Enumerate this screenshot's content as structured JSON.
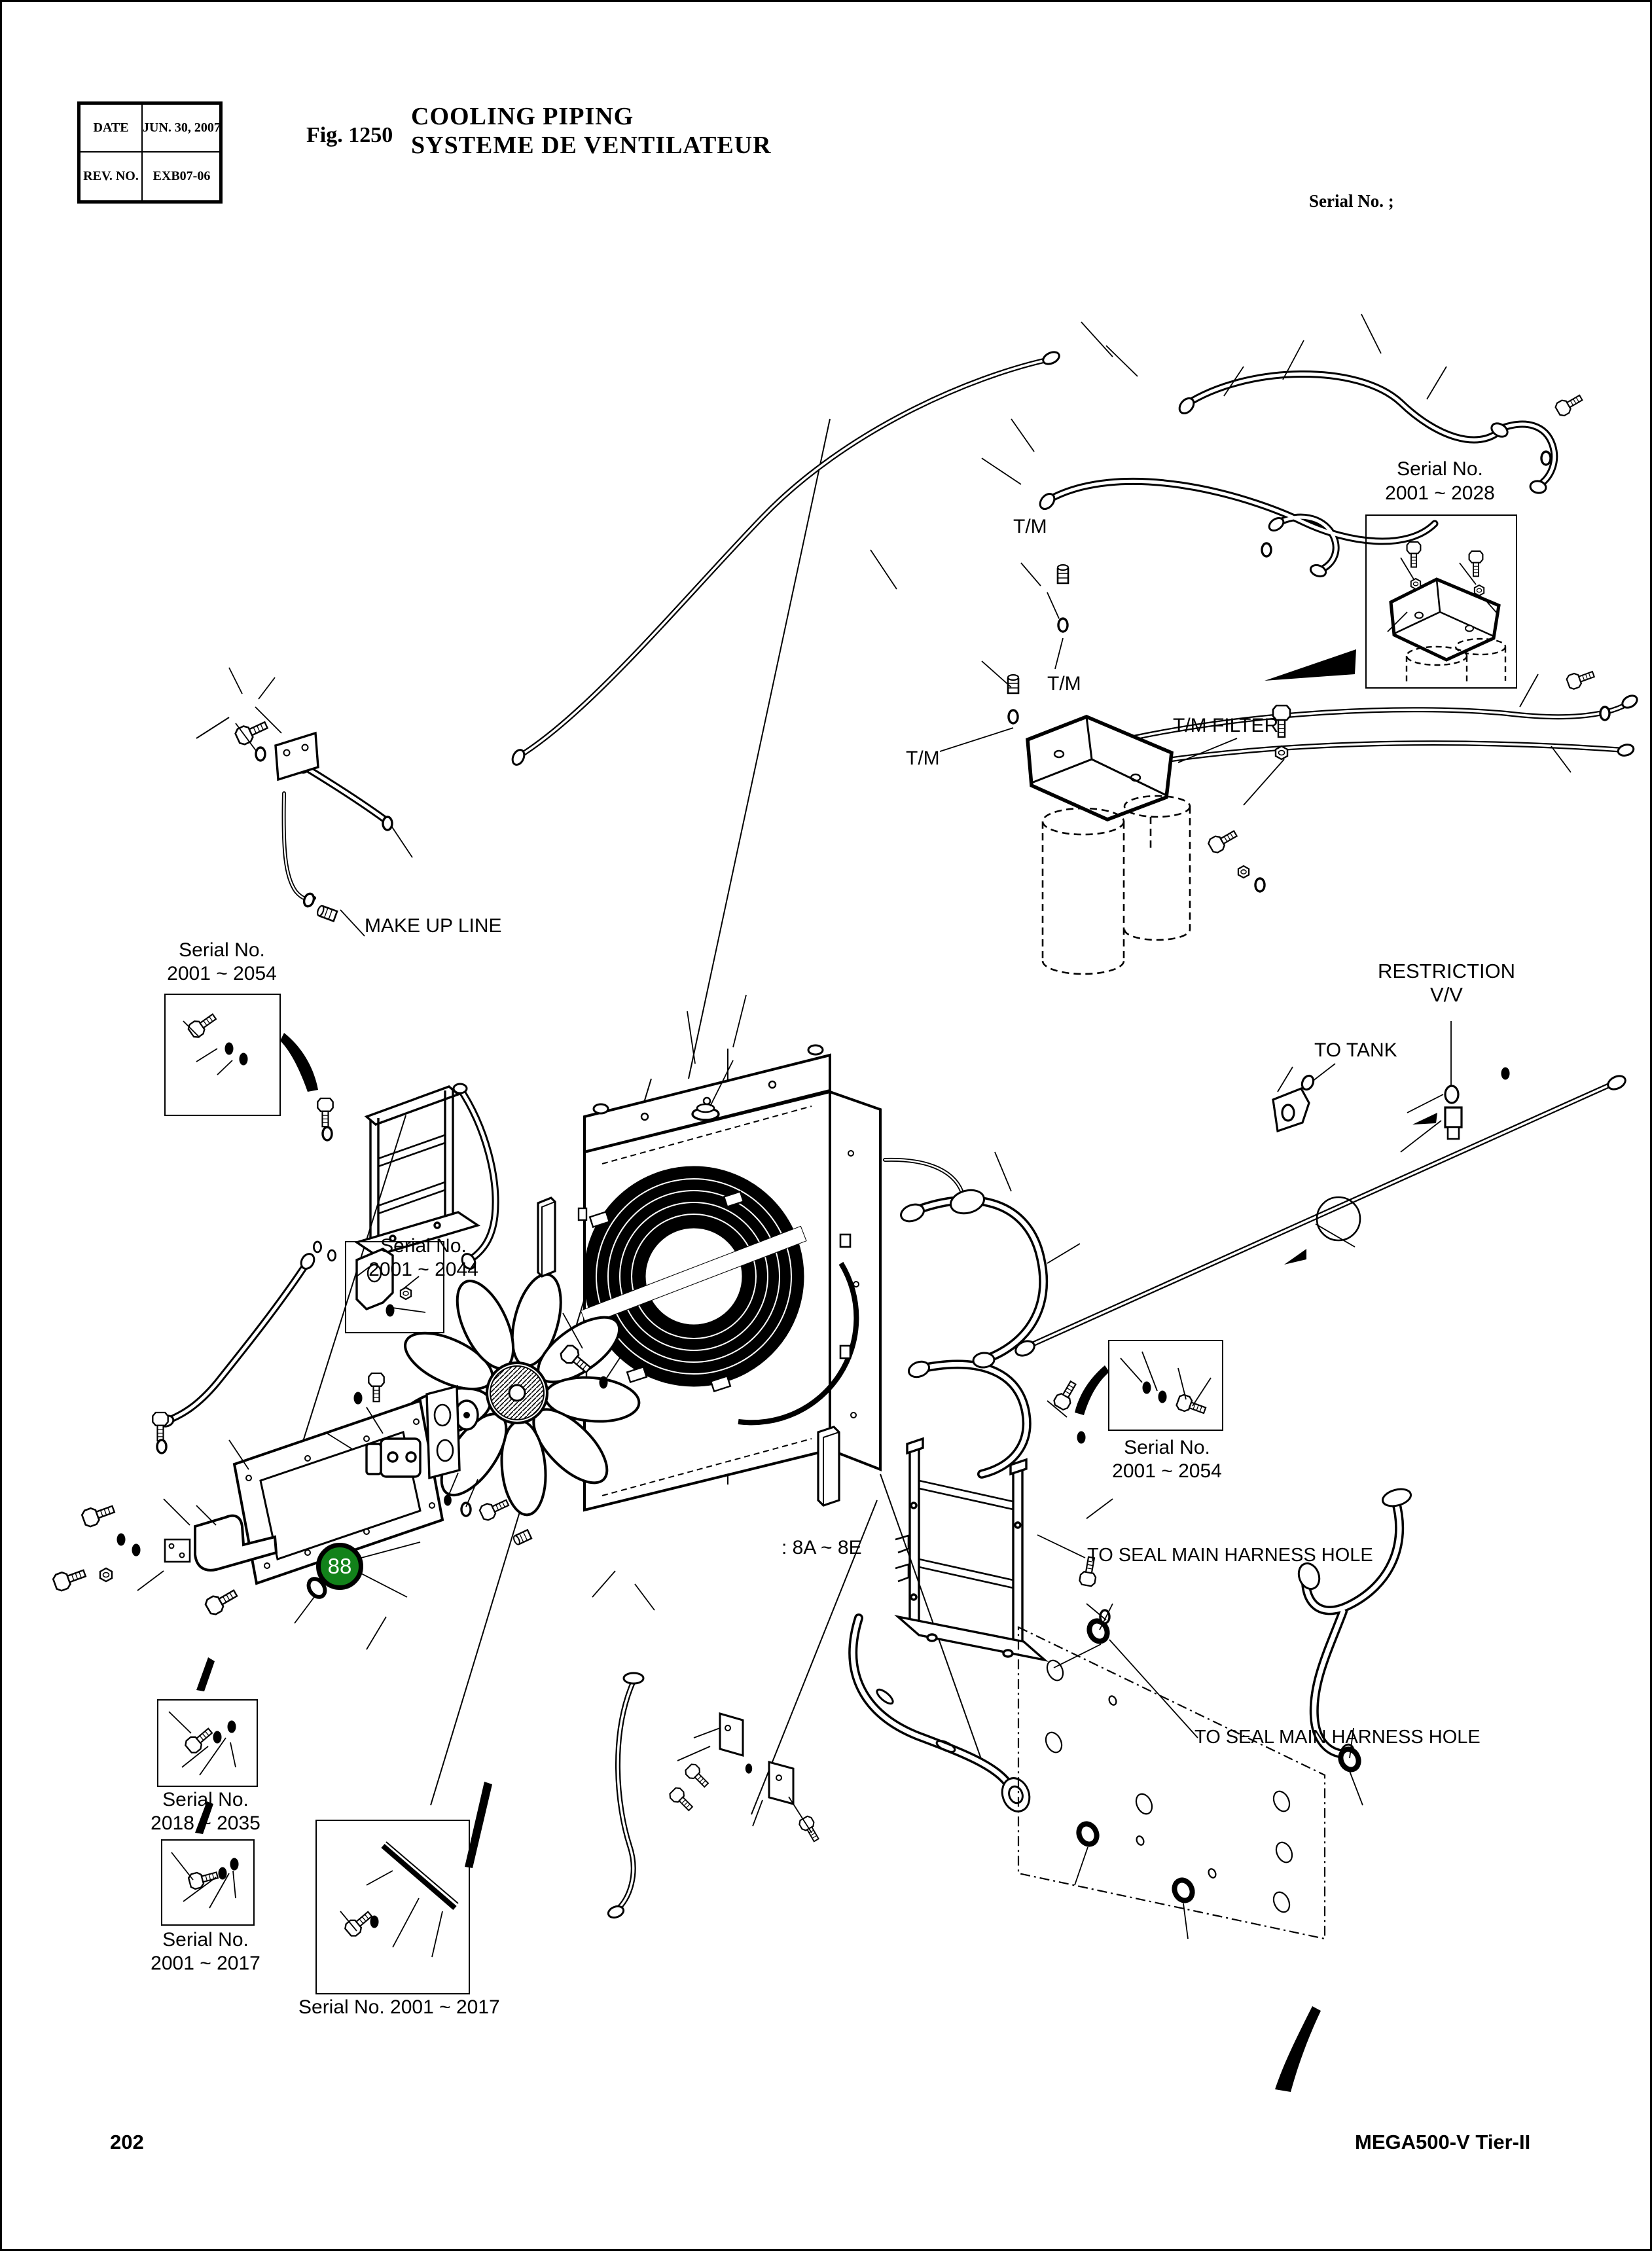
{
  "header": {
    "date_label": "DATE",
    "date_value": "JUN. 30, 2007",
    "rev_label": "REV. NO.",
    "rev_value": "EXB07-06",
    "fig_label": "Fig. 1250",
    "title_line1": "COOLING PIPING",
    "title_line2": "SYSTEME DE VENTILATEUR",
    "serial_note": "Serial No. ;"
  },
  "labels": {
    "tm_top": "T/M",
    "tm_mid": "T/M",
    "tm_low": "T/M",
    "tm_filter": "T/M FILTER",
    "make_up_line": "MAKE UP LINE",
    "restriction_line1": "RESTRICTION",
    "restriction_line2": "V/V",
    "to_tank": "TO TANK",
    "range_8a_8e": ": 8A ~ 8E",
    "seal_harness_1": "TO SEAL MAIN HARNESS HOLE",
    "seal_harness_2": "TO SEAL MAIN HARNESS HOLE"
  },
  "callouts": {
    "serial_2001_2028": {
      "line1": "Serial No.",
      "line2": "2001 ~ 2028"
    },
    "serial_2001_2054_left": {
      "line1": "Serial No.",
      "line2": "2001 ~ 2054"
    },
    "serial_2001_2044": {
      "line1": "Serial No.",
      "line2": "2001 ~ 2044"
    },
    "serial_2001_2054_right": {
      "line1": "Serial No.",
      "line2": "2001 ~ 2054"
    },
    "serial_2018_2035": {
      "line1": "Serial No.",
      "line2": "2018 ~ 2035"
    },
    "serial_2001_2017_left": {
      "line1": "Serial No.",
      "line2": "2001 ~ 2017"
    },
    "serial_2001_2017_bottom": "Serial No. 2001 ~ 2017"
  },
  "badge": {
    "number": "88",
    "color": "#12821A"
  },
  "footer": {
    "page_number": "202",
    "model": "MEGA500-V Tier-II"
  },
  "colors": {
    "line": "#000000",
    "background": "#FFFFFF",
    "badge_green": "#12821A"
  }
}
